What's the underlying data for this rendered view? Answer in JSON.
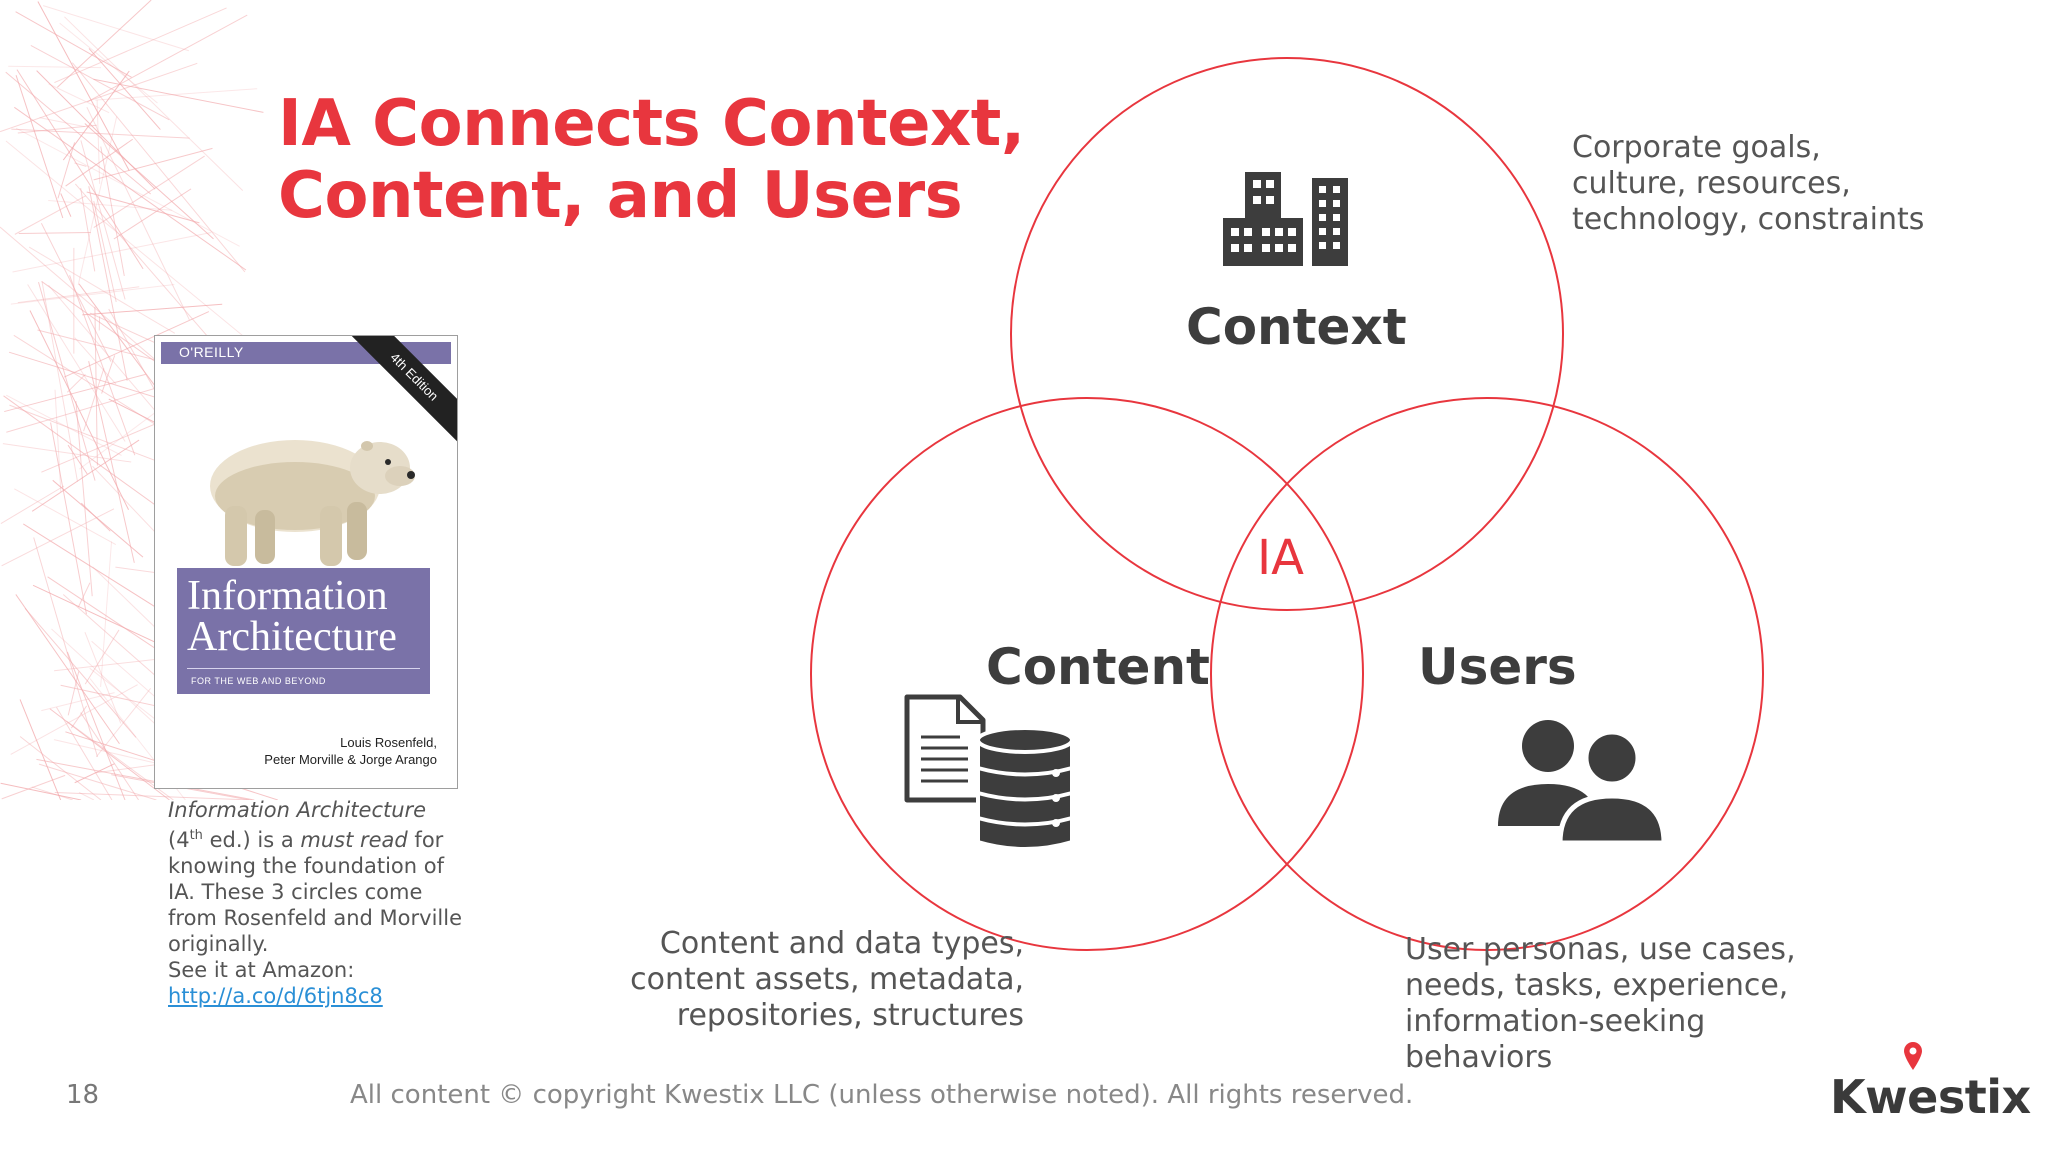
{
  "title_line1": "IA Connects Context,",
  "title_line2": "Content, and Users",
  "venn": {
    "context_label": "Context",
    "content_label": "Content",
    "users_label": "Users",
    "center_label": "IA",
    "accent_color": "#e8363e",
    "context_icon": "buildings-icon",
    "content_icon": "document-database-icon",
    "users_icon": "users-icon"
  },
  "context_desc": [
    "Corporate goals,",
    "culture, resources,",
    "technology, constraints"
  ],
  "content_desc": [
    "Content and data types,",
    "content assets, metadata,",
    "repositories, structures"
  ],
  "users_desc": [
    "User personas, use cases,",
    "needs, tasks, experience,",
    "information-seeking",
    "behaviors"
  ],
  "book": {
    "publisher": "O'REILLY",
    "edition": "4th Edition",
    "title_line1": "Information",
    "title_line2": "Architecture",
    "subtitle": "FOR THE WEB AND BEYOND",
    "authors_line1": "Louis Rosenfeld,",
    "authors_line2": "Peter Morville & Jorge Arango"
  },
  "note": {
    "book_name": "Information Architecture",
    "edition_prefix": "(4",
    "edition_sup": "th",
    "edition_suffix": " ed.) is a ",
    "must_read": "must read",
    "after_must_read": " for knowing the foundation of IA. These 3 circles come from Rosenfeld and Morville originally.",
    "see_it": "See it at Amazon:",
    "link": "http://a.co/d/6tjn8c8"
  },
  "footer": {
    "page_number": "18",
    "copyright": "All content © copyright Kwestix LLC (unless otherwise noted). All rights reserved.",
    "logo": "Kwestix"
  }
}
